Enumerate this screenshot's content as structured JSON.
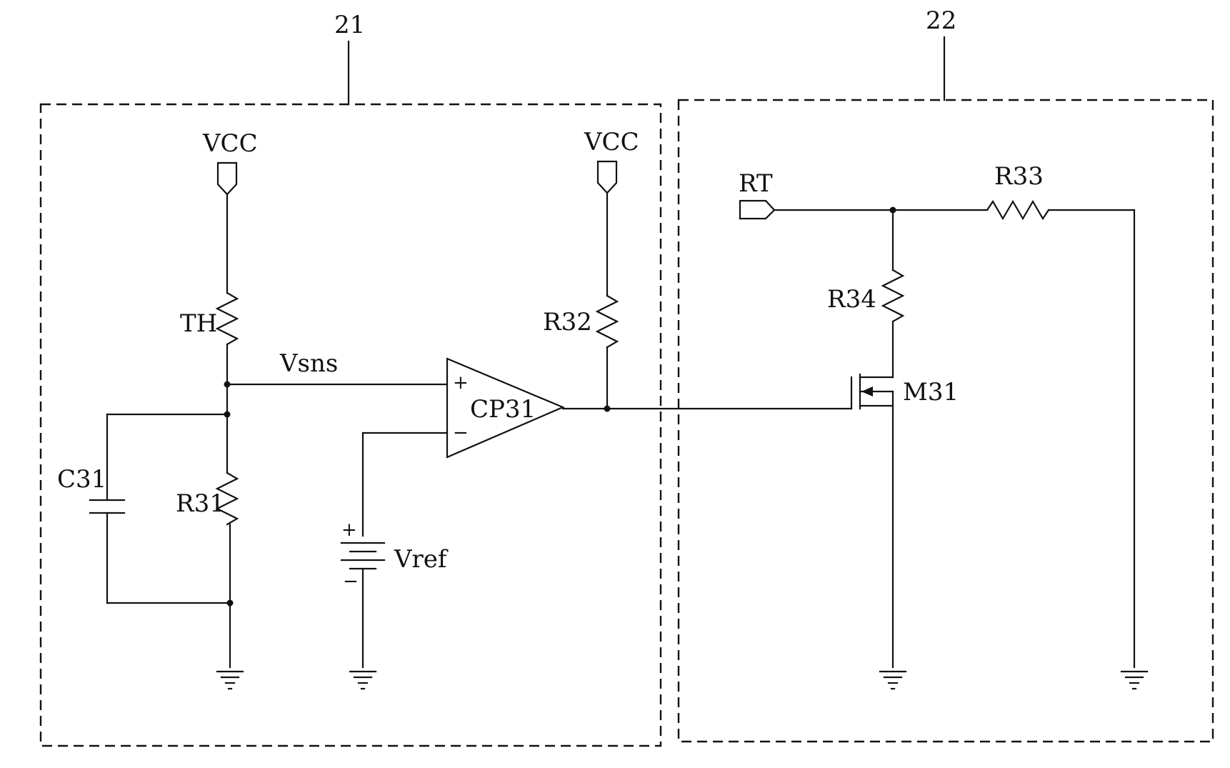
{
  "blocks": {
    "left": "21",
    "right": "22"
  },
  "labels": {
    "vcc_left": "VCC",
    "vcc_right": "VCC",
    "thermistor": "TH",
    "vsns": "Vsns",
    "c31": "C31",
    "r31": "R31",
    "r32": "R32",
    "cp31": "CP31",
    "plus": "+",
    "minus": "−",
    "vref": "Vref",
    "batt_plus": "+",
    "batt_minus": "−",
    "rt": "RT",
    "r33": "R33",
    "r34": "R34",
    "m31": "M31"
  }
}
